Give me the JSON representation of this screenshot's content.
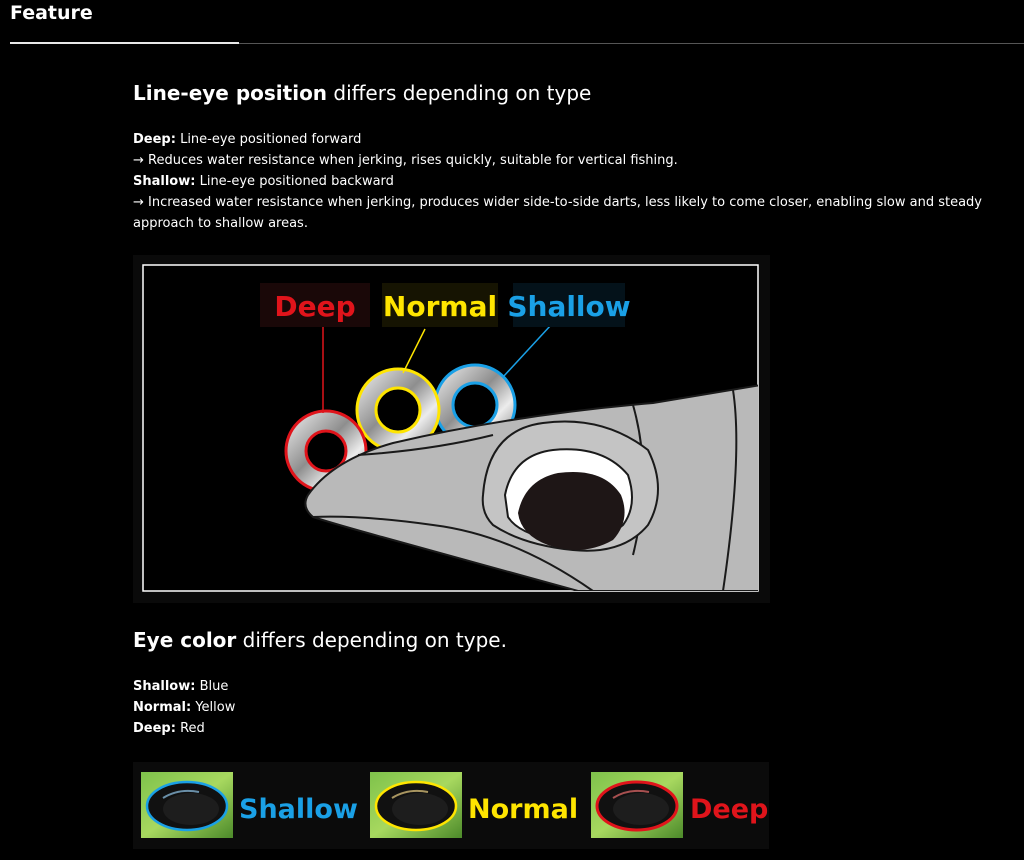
{
  "page": {
    "heading": "Feature"
  },
  "section1": {
    "title_bold": "Line-eye position",
    "title_rest": " differs depending on type",
    "lines": [
      {
        "label": "Deep:",
        "text": " Line-eye positioned forward"
      },
      {
        "label": "",
        "text": "→ Reduces water resistance when jerking, rises quickly, suitable for vertical fishing."
      },
      {
        "label": "Shallow:",
        "text": " Line-eye positioned backward"
      },
      {
        "label": "",
        "text": "→ Increased water resistance when jerking, produces wider side-to-side darts, less likely to come closer, enabling slow and steady approach to shallow areas."
      }
    ]
  },
  "diagram": {
    "labels": {
      "deep": "Deep",
      "normal": "Normal",
      "shallow": "Shallow"
    },
    "colors": {
      "deep": "#e0141b",
      "normal": "#ffe500",
      "shallow": "#1aa0e6",
      "lure_body": "#b9b9b9",
      "frame": "#ffffff"
    }
  },
  "section2": {
    "title_bold": "Eye color",
    "title_rest": " differs depending on type.",
    "lines": [
      {
        "label": "Shallow:",
        "text": " Blue"
      },
      {
        "label": "Normal:",
        "text": " Yellow"
      },
      {
        "label": "Deep:",
        "text": " Red"
      }
    ]
  },
  "eye_samples": [
    {
      "label": "Shallow",
      "color": "#1aa0e6"
    },
    {
      "label": "Normal",
      "color": "#ffe500"
    },
    {
      "label": "Deep",
      "color": "#e0141b"
    }
  ]
}
